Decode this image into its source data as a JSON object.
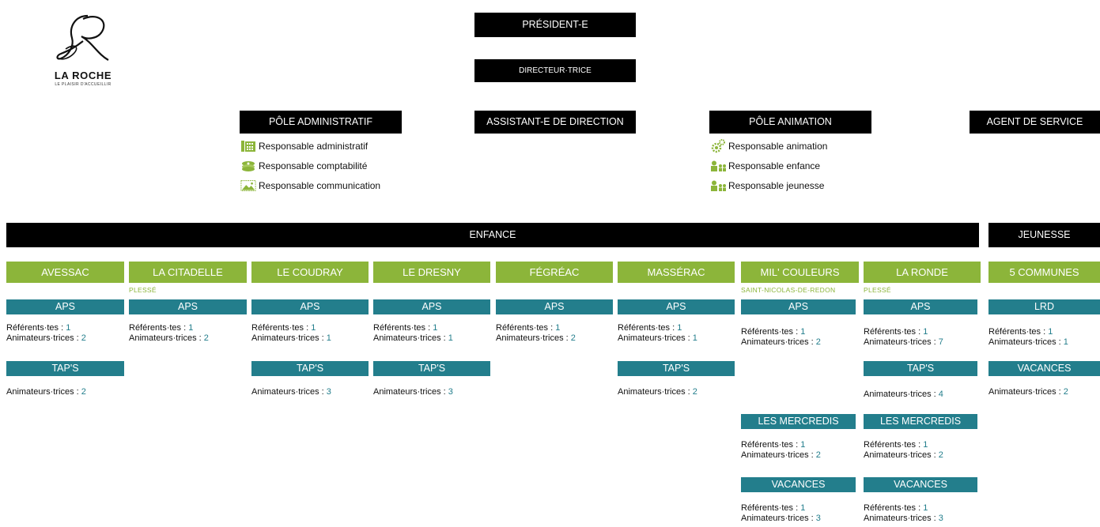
{
  "logo": {
    "monogram": "LR",
    "name": "LA ROCHE",
    "tagline": "LE PLAISIR D'ACCUEILLIR"
  },
  "top": {
    "president": "PRÉSIDENT-E",
    "directeur": "DIRECTEUR·TRICE"
  },
  "poles": {
    "admin": "PÔLE ADMINISTRATIF",
    "assistant": "ASSISTANT-E DE DIRECTION",
    "animation": "PÔLE ANIMATION",
    "agent": "AGENT DE SERVICE"
  },
  "admin_roles": [
    "Responsable administratif",
    "Responsable comptabilité",
    "Responsable communication"
  ],
  "animation_roles": [
    "Responsable animation",
    "Responsable enfance",
    "Responsable jeunesse"
  ],
  "bands": {
    "enfance": "ENFANCE",
    "jeunesse": "JEUNESSE"
  },
  "labels": {
    "referents": "Référents·tes : ",
    "animateurs": "Animateurs·trices : "
  },
  "columns": [
    {
      "name": "AVESSAC",
      "sub": "",
      "sections": [
        {
          "title": "APS",
          "ref": "1",
          "anim": "2"
        },
        {
          "title": "TAP'S",
          "anim": "2"
        }
      ]
    },
    {
      "name": "LA CITADELLE",
      "sub": "PLESSÉ",
      "sections": [
        {
          "title": "APS",
          "ref": "1",
          "anim": "2"
        }
      ]
    },
    {
      "name": "LE COUDRAY",
      "sub": "",
      "sections": [
        {
          "title": "APS",
          "ref": "1",
          "anim": "1"
        },
        {
          "title": "TAP'S",
          "anim": "3"
        }
      ]
    },
    {
      "name": "LE DRESNY",
      "sub": "",
      "sections": [
        {
          "title": "APS",
          "ref": "1",
          "anim": "1"
        },
        {
          "title": "TAP'S",
          "anim": "3"
        }
      ]
    },
    {
      "name": "FÉGRÉAC",
      "sub": "",
      "sections": [
        {
          "title": "APS",
          "ref": "1",
          "anim": "2"
        }
      ]
    },
    {
      "name": "MASSÉRAC",
      "sub": "",
      "sections": [
        {
          "title": "APS",
          "ref": "1",
          "anim": "1"
        },
        {
          "title": "TAP'S",
          "anim": "2"
        }
      ]
    },
    {
      "name": "MIL' COULEURS",
      "sub": "SAINT-NICOLAS-DE-REDON",
      "sections": [
        {
          "title": "APS",
          "ref": "1",
          "anim": "2"
        },
        {
          "title": "LES MERCREDIS",
          "ref": "1",
          "anim": "2"
        },
        {
          "title": "VACANCES",
          "ref": "1",
          "anim": "3"
        }
      ]
    },
    {
      "name": "LA RONDE",
      "sub": "PLESSÉ",
      "sections": [
        {
          "title": "APS",
          "ref": "1",
          "anim": "7"
        },
        {
          "title": "TAP'S",
          "anim": "4"
        },
        {
          "title": "LES MERCREDIS",
          "ref": "1",
          "anim": "2"
        },
        {
          "title": "VACANCES",
          "ref": "1",
          "anim": "3"
        }
      ]
    },
    {
      "name": "5 COMMUNES",
      "sub": "",
      "sections": [
        {
          "title": "LRD",
          "ref": "1",
          "anim": "1"
        },
        {
          "title": "VACANCES",
          "anim": "2"
        }
      ]
    }
  ],
  "colors": {
    "green": "#8cb53a",
    "teal": "#237e8c",
    "black": "#000000"
  }
}
